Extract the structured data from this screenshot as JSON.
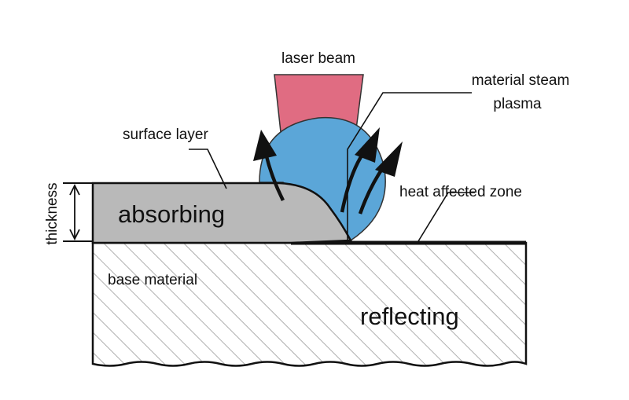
{
  "labels": {
    "laser_beam": "laser beam",
    "material_steam_line1": "material steam",
    "material_steam_line2": "plasma",
    "surface_layer": "surface layer",
    "heat_affected_zone": "heat affected zone",
    "thickness": "thickness",
    "absorbing": "absorbing",
    "base_material": "base material",
    "reflecting": "reflecting"
  },
  "colors": {
    "laser_beam": "#e06c82",
    "plasma": "#5ba6d8",
    "absorbing_layer": "#b9b9b9",
    "outline": "#111111"
  }
}
